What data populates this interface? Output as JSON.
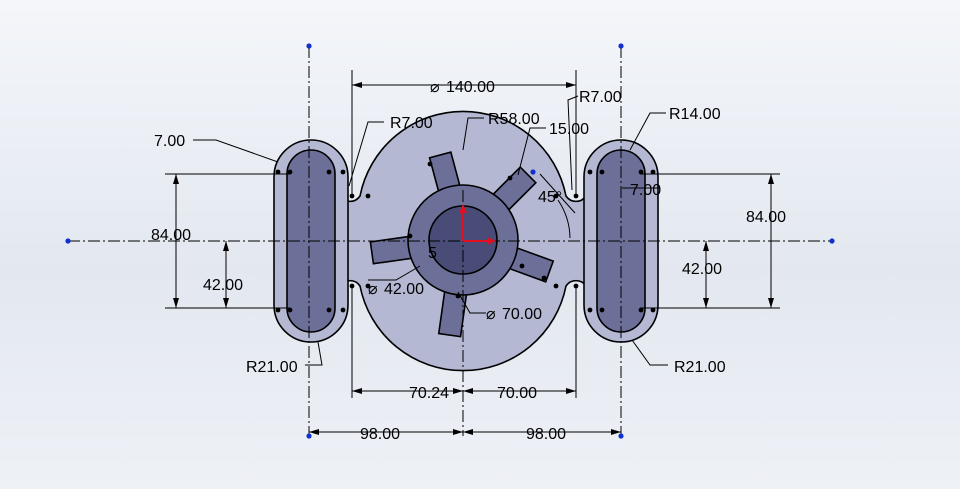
{
  "dimensions": {
    "d_overall": "140.00",
    "r_notch_left": "R7.00",
    "r_notch_right": "R7.00",
    "r_outer": "R58.00",
    "spoke_width": "15.00",
    "r_slot_cap_right": "R14.00",
    "slot_width_left": "7.00",
    "slot_width_right": "7.00",
    "height_left": "84.00",
    "height_right": "84.00",
    "half_height_left": "42.00",
    "half_height_right": "42.00",
    "angle": "45°",
    "spoke_length": "5",
    "d_bore": "42.00",
    "d_hub": "70.00",
    "r_slot_end_left": "R21.00",
    "r_slot_end_right": "R21.00",
    "offset_left": "70.24",
    "offset_right": "70.00",
    "span_left": "98.00",
    "span_right": "98.00",
    "diameter_symbol": "⌀"
  },
  "colors": {
    "body_fill": "#b4b8d2",
    "slot_fill": "#6c7098",
    "hub_fill": "#6c7098",
    "bore_fill": "#484c76",
    "origin_arrow": "#e01020",
    "sketch_point": "#1030d0"
  }
}
